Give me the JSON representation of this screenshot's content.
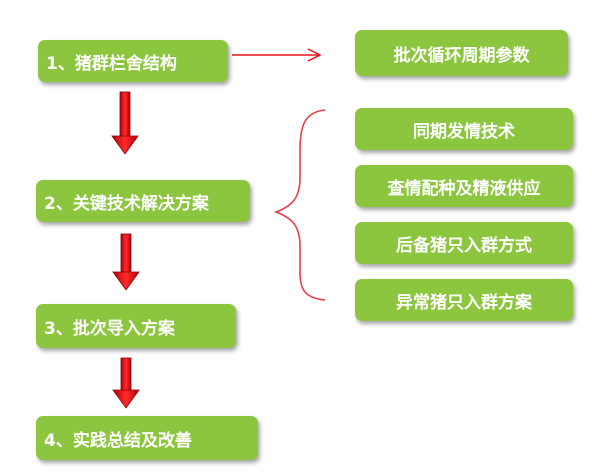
{
  "steps": [
    {
      "label": "1、猪群栏舍结构"
    },
    {
      "label": "2、关键技术解决方案"
    },
    {
      "label": "3、批次导入方案"
    },
    {
      "label": "4、实践总结及改善"
    }
  ],
  "side_boxes": {
    "cycle": {
      "label": "批次循环周期参数"
    },
    "items": [
      {
        "label": "同期发情技术"
      },
      {
        "label": "查情配种及精液供应"
      },
      {
        "label": "后备猪只入群方式"
      },
      {
        "label": "异常猪只入群方案"
      }
    ]
  },
  "colors": {
    "box_fill": "#8cc63f",
    "box_text": "#ffffff",
    "arrow": "#e8101a",
    "brace": "#e8404a"
  }
}
